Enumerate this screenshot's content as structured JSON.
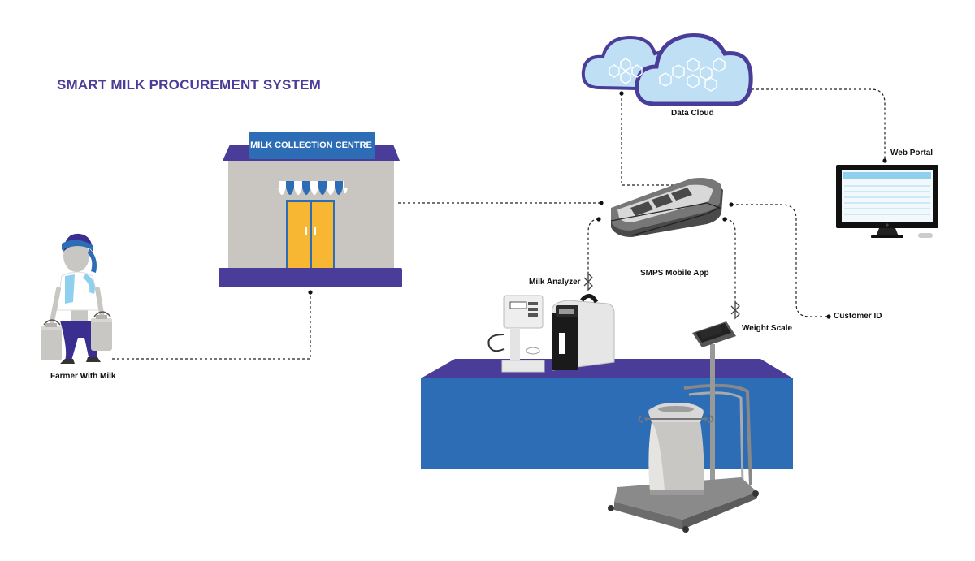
{
  "title": "SMART MILK PROCUREMENT SYSTEM",
  "centre_sign": "MILK COLLECTION CENTRE",
  "labels": {
    "data_cloud": "Data Cloud",
    "web_portal": "Web Portal",
    "mobile_app": "SMPS Mobile App",
    "milk_analyzer": "Milk Analyzer",
    "weight_scale": "Weight Scale",
    "customer_id": "Customer ID",
    "farmer": "Farmer With Milk"
  },
  "colors": {
    "title": "#4a3d99",
    "roof": "#4a3d99",
    "sign": "#2d6db5",
    "table_front": "#2d6db5",
    "table_top": "#4a3d99",
    "door": "#f7b733",
    "cloud_fill": "#bfe0f4",
    "cloud_outline": "#4a3d99",
    "connector": "#222222"
  },
  "icons": [
    "cloud-icon",
    "monitor-icon",
    "pos-terminal-icon",
    "bluetooth-icon",
    "milk-can-icon"
  ]
}
